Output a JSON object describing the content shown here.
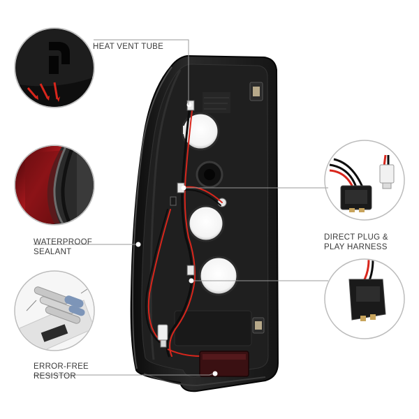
{
  "callouts": {
    "heat_vent": {
      "label": "HEAT VENT TUBE"
    },
    "waterproof": {
      "line1": "WATERPROOF",
      "line2": "SEALANT"
    },
    "harness": {
      "line1": "DIRECT PLUG &",
      "line2": "PLAY HARNESS"
    },
    "resistor": {
      "line1": "ERROR-FREE",
      "line2": "RESISTOR"
    }
  },
  "colors": {
    "housing": "#1b1b1b",
    "lens_red": "#8e1418",
    "bulb_white": "#ffffff",
    "wire_red": "#d8261c",
    "callout_line": "#9a9a9a"
  }
}
